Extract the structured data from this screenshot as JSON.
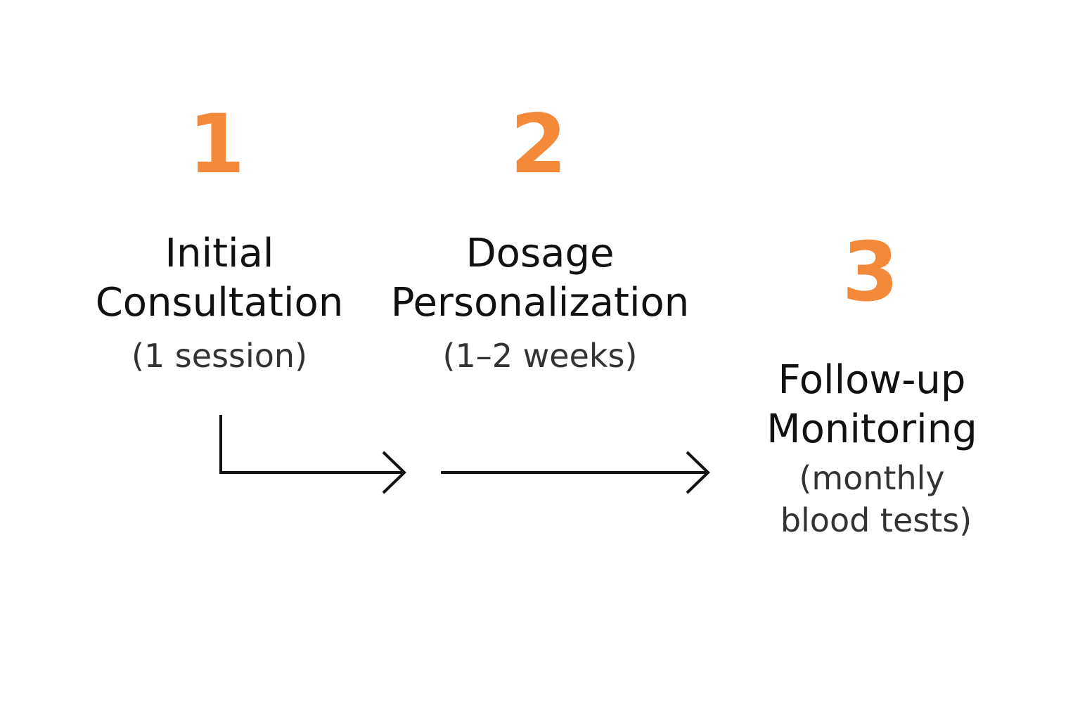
{
  "accent_color": "#f5893a",
  "steps": [
    {
      "number": "1",
      "title_line1": "Initial",
      "title_line2": "Consultation",
      "detail_line1": "(1 session)",
      "detail_line2": ""
    },
    {
      "number": "2",
      "title_line1": "Dosage",
      "title_line2": "Personalization",
      "detail_line1": "(1–2 weeks)",
      "detail_line2": ""
    },
    {
      "number": "3",
      "title_line1": "Follow-up",
      "title_line2": "Monitoring",
      "detail_line1": "(monthly",
      "detail_line2": "blood tests)"
    }
  ]
}
